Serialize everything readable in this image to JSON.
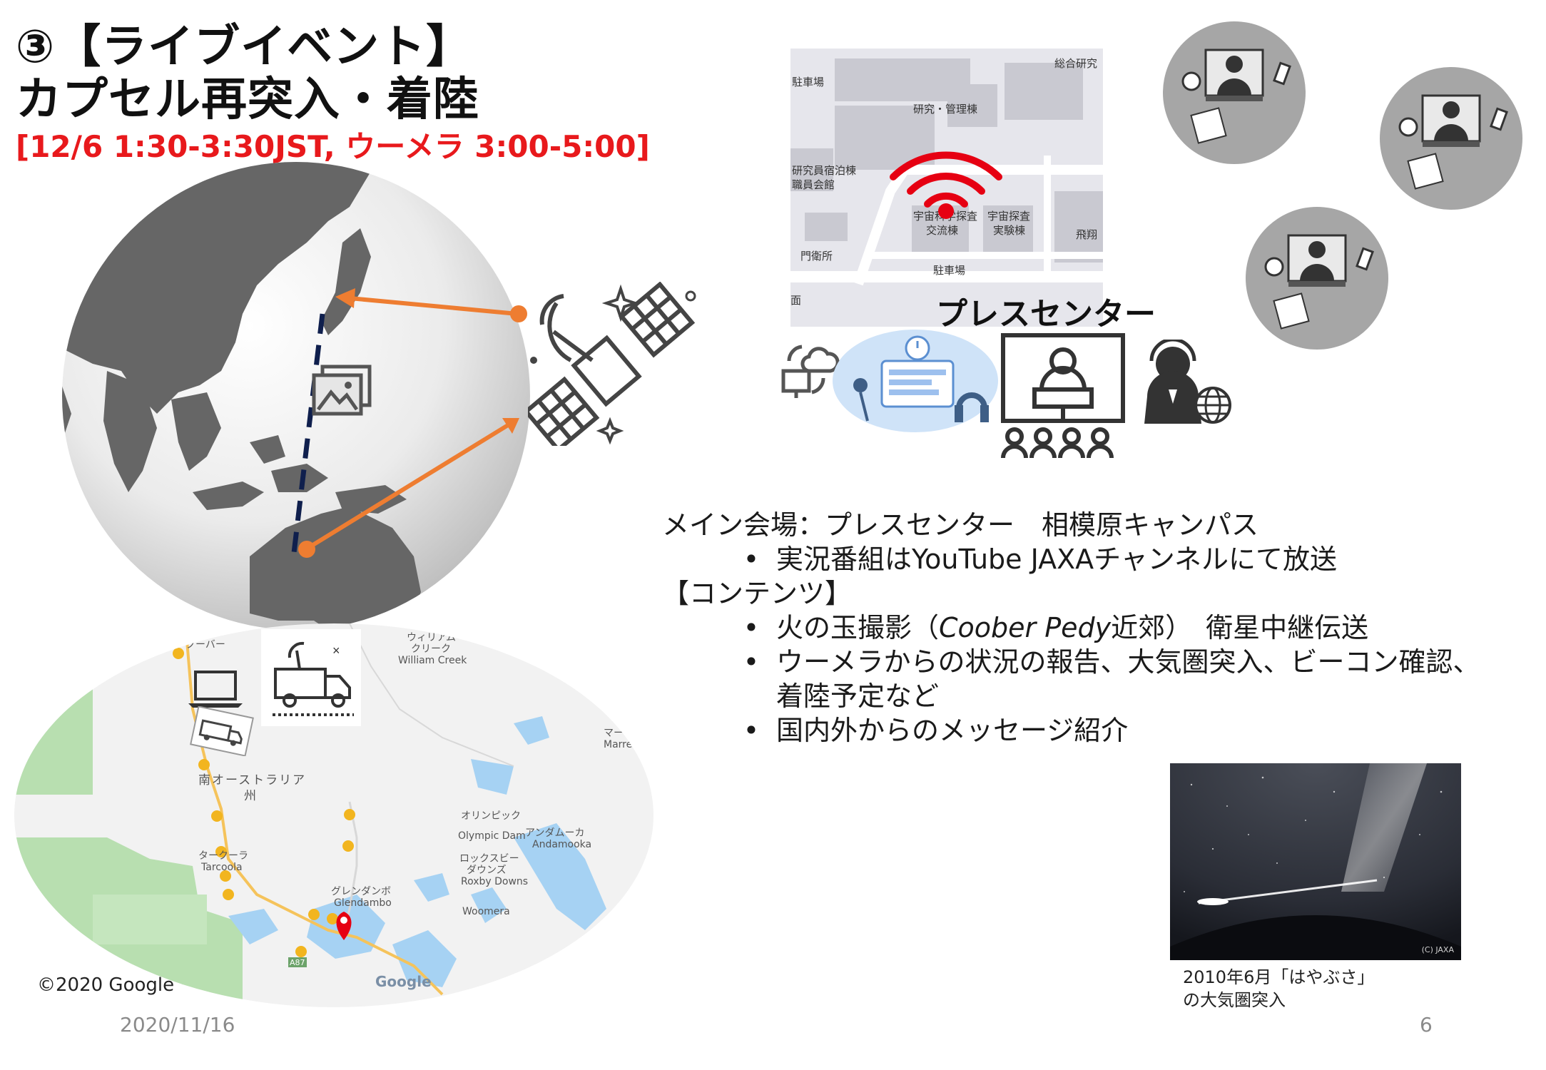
{
  "slide": {
    "title_line1": "③【ライブイベント】",
    "title_line2": "カプセル再突入・着陸",
    "subtitle": "[12/6 1:30-3:30JST, ウーメラ 3:00-5:00]",
    "press_center_label": "プレスセンター",
    "date": "2020/11/16",
    "page_number": "6"
  },
  "campus_map": {
    "labels": {
      "parking_top": "駐車場",
      "research_overall": "総合研究",
      "research_admin": "研究・管理棟",
      "dorm": "研究員宿泊棟",
      "staff_hall": "職員会館",
      "space_exchange_1": "宇宙科学探査",
      "space_exchange_2": "交流棟",
      "space_lab_1": "宇宙探査",
      "space_lab_2": "実験棟",
      "flight": "飛翔",
      "gate": "門衛所",
      "parking_bottom": "駐車場",
      "edge": "面"
    }
  },
  "main_text": {
    "venue": "メイン会場：プレスセンター　相模原キャンパス",
    "venue_bullets": [
      "実況番組はYouTube JAXAチャンネルにて放送"
    ],
    "contents_heading": "【コンテンツ】",
    "content_bullet1_prefix": "火の玉撮影（",
    "content_bullet1_italic": "Coober Pedy",
    "content_bullet1_suffix": "近郊）　衛星中継伝送",
    "content_bullet2_line1": "ウーメラからの状況の報告、大気圏突入、ビーコン確認、",
    "content_bullet2_line2": "着陸予定など",
    "content_bullet3": "国内外からのメッセージ紹介",
    "bullet_char": "•"
  },
  "australia_map": {
    "copyright": "©2020 Google",
    "logo": "Google",
    "labels": {
      "state": "南オーストラリア",
      "state2": "州",
      "william_creek_jp": "ウィリアム",
      "william_creek_jp2": "クリーク",
      "william_creek": "William Creek",
      "olympic_dam_jp": "オリンピック",
      "olympic_dam": "Olympic Dam",
      "andamooka_jp": "アンダムーカ",
      "andamooka": "Andamooka",
      "roxby_jp": "ロックスビー",
      "roxby_jp2": "ダウンズ",
      "roxby": "Roxby Downs",
      "tarcoola_jp": "タークーラ",
      "tarcoola": "Tarcoola",
      "glendambo_jp": "グレンダンボ",
      "glendambo": "Glendambo",
      "woomera": "Woomera",
      "marree": "マーリー",
      "marree_en": "Marree",
      "coober_jp": "クーバー",
      "road": "A87"
    }
  },
  "photo": {
    "caption_line1": "2010年6月「はやぶさ」",
    "caption_line2": "の大気圏突入",
    "credit": "(C) JAXA"
  },
  "colors": {
    "title": "#111111",
    "subtitle": "#e8191c",
    "arrow": "#ee7d31",
    "dashed_line": "#0f1f4d",
    "wifi": "#e60012",
    "globe_land": "#666666",
    "map_water": "#a6d2f3",
    "map_green": "#b8dfb0",
    "pin": "#f2b51f"
  },
  "icons": {
    "satellite": "satellite-icon",
    "image": "image-icon",
    "wifi": "wifi-icon",
    "cloud": "cloud-sync-icon",
    "studio": "studio-illustration-icon",
    "presenter": "presenter-icon",
    "operator": "operator-globe-icon",
    "laptop": "laptop-icon",
    "truck": "satellite-truck-icon",
    "van": "van-illustration-icon",
    "avatar": "remote-participant-icon",
    "map_pin": "map-pin-icon",
    "woomera_pin": "woomera-pin-icon"
  }
}
